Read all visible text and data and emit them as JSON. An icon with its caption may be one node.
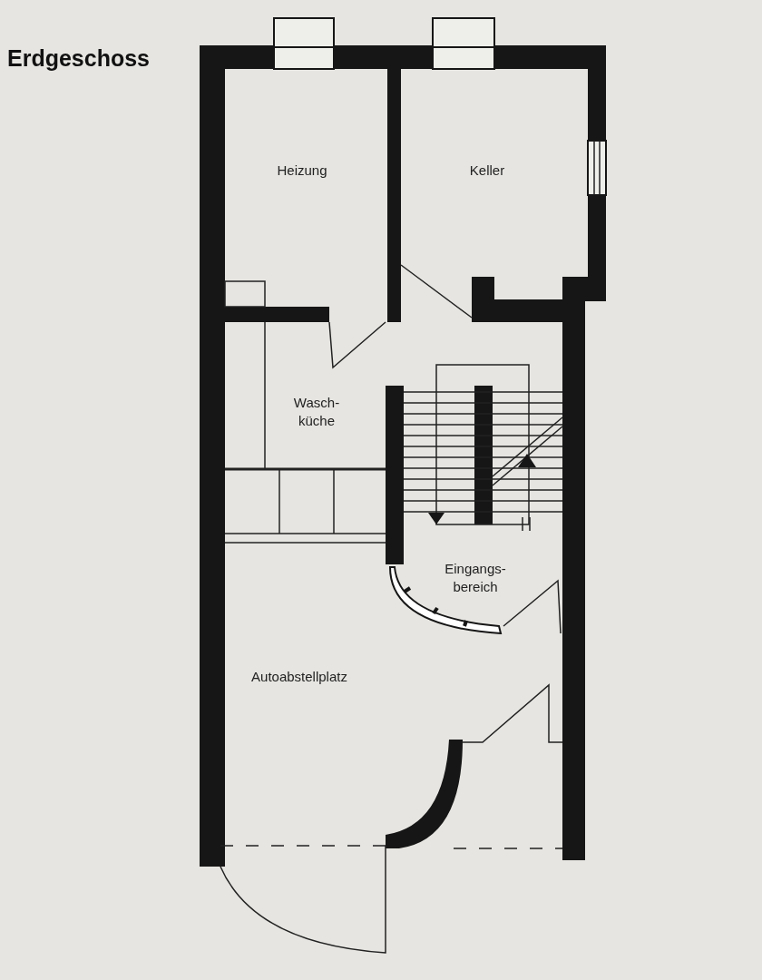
{
  "diagram": {
    "title": "Erdgeschoss",
    "labels": [
      "Heizung",
      "Keller",
      "Wasch- küche",
      "Eingangs- bereich",
      "Autoabstellplatz"
    ]
  }
}
